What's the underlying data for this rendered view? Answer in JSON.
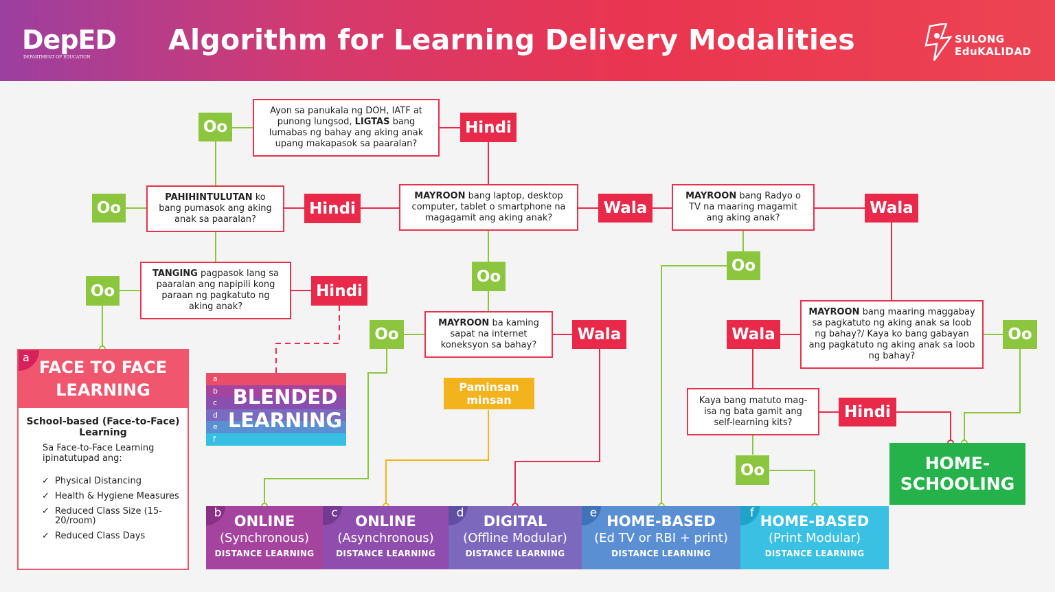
{
  "header": {
    "logo_text": "DepED",
    "logo_sub": "DEPARTMENT OF EDUCATION",
    "title": "Algorithm for Learning Delivery Modalities",
    "sulong_line1": "SULONG",
    "sulong_line2": "EduKALIDAD",
    "gradient_colors": [
      "#9c3fa0",
      "#d43a6e",
      "#ea3550",
      "#ec4452"
    ]
  },
  "questions": {
    "q1_pre": "Ayon sa panukala ng DOH, IATF at punong lungsod, ",
    "q1_bold": "LIGTAS",
    "q1_post": " bang lumabas ng bahay ang aking anak upang makapasok sa paaralan?",
    "q2_bold": "PAHIHINTULUTAN",
    "q2_post": " ko bang pumasok ang aking anak sa paaralan?",
    "q3_bold": "TANGING",
    "q3_post": " pagpasok lang sa paaralan ang napipili kong paraan ng pagkatuto ng aking anak?",
    "q4_bold": "MAYROON",
    "q4_post": " bang laptop, desktop computer, tablet o smartphone na magagamit ang aking anak?",
    "q5_bold": "MAYROON",
    "q5_post": " ba kaming sapat na internet koneksyon sa bahay?",
    "q6_bold": "MAYROON",
    "q6_post": " bang Radyo o TV na maaring magamit ang aking anak?",
    "q7_bold": "MAYROON",
    "q7_post": " bang maaring maggabay sa pagkatuto ng aking anak sa loob ng bahay?/ Kaya ko bang gabayan ang pagkatuto ng aking anak sa loob ng bahay?",
    "q8": "Kaya bang matuto mag-isa ng bata gamit ang self-learning kits?"
  },
  "labels": {
    "oo": "Oo",
    "hindi": "Hindi",
    "wala": "Wala",
    "paminsan": "Paminsan minsan"
  },
  "face_to_face": {
    "letter": "a",
    "title": "FACE TO FACE LEARNING",
    "subtitle": "School-based (Face-to-Face) Learning",
    "note": "Sa Face-to-Face Learning ipinatutupad ang:",
    "checkmark": "✓",
    "items": [
      "Physical Distancing",
      "Health & Hygiene Measures",
      "Reduced Class Size (15-20/room)",
      "Reduced Class Days"
    ]
  },
  "blended": {
    "title": "BLENDED LEARNING",
    "letters": [
      "a",
      "b",
      "c",
      "d",
      "e",
      "f"
    ],
    "stripe_colors": [
      "#ea4d68",
      "#a5449f",
      "#8a4fae",
      "#7b6bc0",
      "#5a8fd2",
      "#37bfe3"
    ]
  },
  "modalities": [
    {
      "letter": "b",
      "title": "ONLINE",
      "sub": "(Synchronous)",
      "tag": "DISTANCE LEARNING",
      "color": "#a5449f",
      "letter_color": "#8a2f86"
    },
    {
      "letter": "c",
      "title": "ONLINE",
      "sub": "(Asynchronous)",
      "tag": "DISTANCE LEARNING",
      "color": "#8f4ead",
      "letter_color": "#743a93"
    },
    {
      "letter": "d",
      "title": "DIGITAL",
      "sub": "(Offline Modular)",
      "tag": "DISTANCE LEARNING",
      "color": "#7c69be",
      "letter_color": "#5f4fa3"
    },
    {
      "letter": "e",
      "title": "HOME-BASED",
      "sub": "(Ed TV or RBI + print)",
      "tag": "DISTANCE LEARNING",
      "color": "#5b8fd3",
      "letter_color": "#3f72b8"
    },
    {
      "letter": "f",
      "title": "HOME-BASED",
      "sub": "(Print Modular)",
      "tag": "DISTANCE LEARNING",
      "color": "#3ac0e3",
      "letter_color": "#1fa3c9"
    }
  ],
  "homeschooling": {
    "title": "HOME-SCHOOLING",
    "color": "#25b24a"
  },
  "colors": {
    "yes_green": "#8cc63f",
    "no_red": "#e8294a",
    "sometimes_yellow": "#f3b31c"
  }
}
